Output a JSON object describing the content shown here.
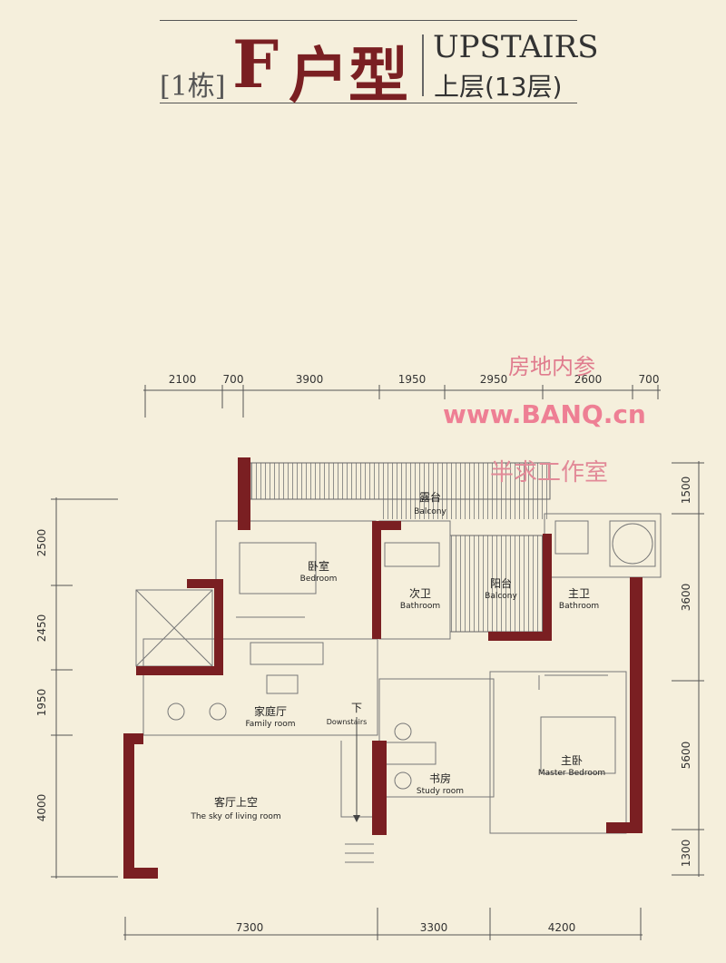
{
  "header": {
    "building": "[1栋]",
    "type_letter": "F",
    "type_name": "户型",
    "en_title": "UPSTAIRS",
    "floor": "上层(13层)"
  },
  "dimensions": {
    "top": [
      "2100",
      "700",
      "3900",
      "1950",
      "2950",
      "2600",
      "700"
    ],
    "bottom": [
      "7300",
      "3300",
      "4200"
    ],
    "left": [
      "2500",
      "2450",
      "1950",
      "4000"
    ],
    "right": [
      "1500",
      "3600",
      "5600",
      "1300"
    ]
  },
  "rooms": {
    "balcony_top": {
      "zh": "露台",
      "en": "Balcony"
    },
    "bedroom": {
      "zh": "卧室",
      "en": "Bedroom"
    },
    "bathroom2": {
      "zh": "次卫",
      "en": "Bathroom"
    },
    "balcony_mid": {
      "zh": "阳台",
      "en": "Balcony"
    },
    "bathroom_master": {
      "zh": "主卫",
      "en": "Bathroom"
    },
    "family_room": {
      "zh": "家庭厅",
      "en": "Family room"
    },
    "downstairs": {
      "zh": "下",
      "en": "Downstairs"
    },
    "study": {
      "zh": "书房",
      "en": "Study room"
    },
    "master_bedroom": {
      "zh": "主卧",
      "en": "Master Bedroom"
    },
    "living_void": {
      "zh": "客厅上空",
      "en": "The sky of living room"
    }
  },
  "watermark": {
    "line1": "房地内参",
    "line2": "www.BANQ.cn",
    "line3": "半求工作室"
  },
  "colors": {
    "wall": "#7a1f22",
    "background": "#f5efdc",
    "watermark": "#ee7f94"
  }
}
